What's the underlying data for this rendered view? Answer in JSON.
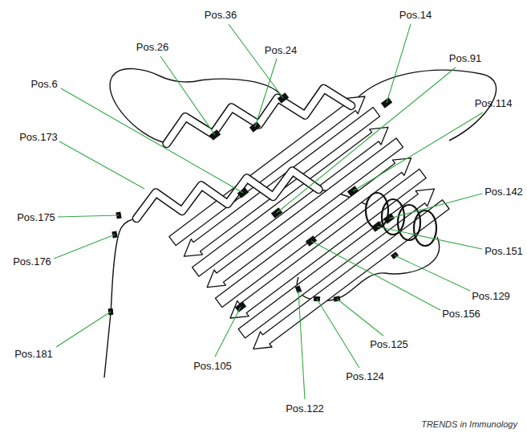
{
  "diagram": {
    "labels": [
      "Pos.36",
      "Pos.26",
      "Pos.24",
      "Pos.14",
      "Pos.91",
      "Pos.6",
      "Pos.114",
      "Pos.173",
      "Pos.142",
      "Pos.175",
      "Pos.151",
      "Pos.176",
      "Pos.129",
      "Pos.156",
      "Pos.125",
      "Pos.181",
      "Pos.105",
      "Pos.124",
      "Pos.122",
      "TRENDS in Immunology"
    ]
  }
}
